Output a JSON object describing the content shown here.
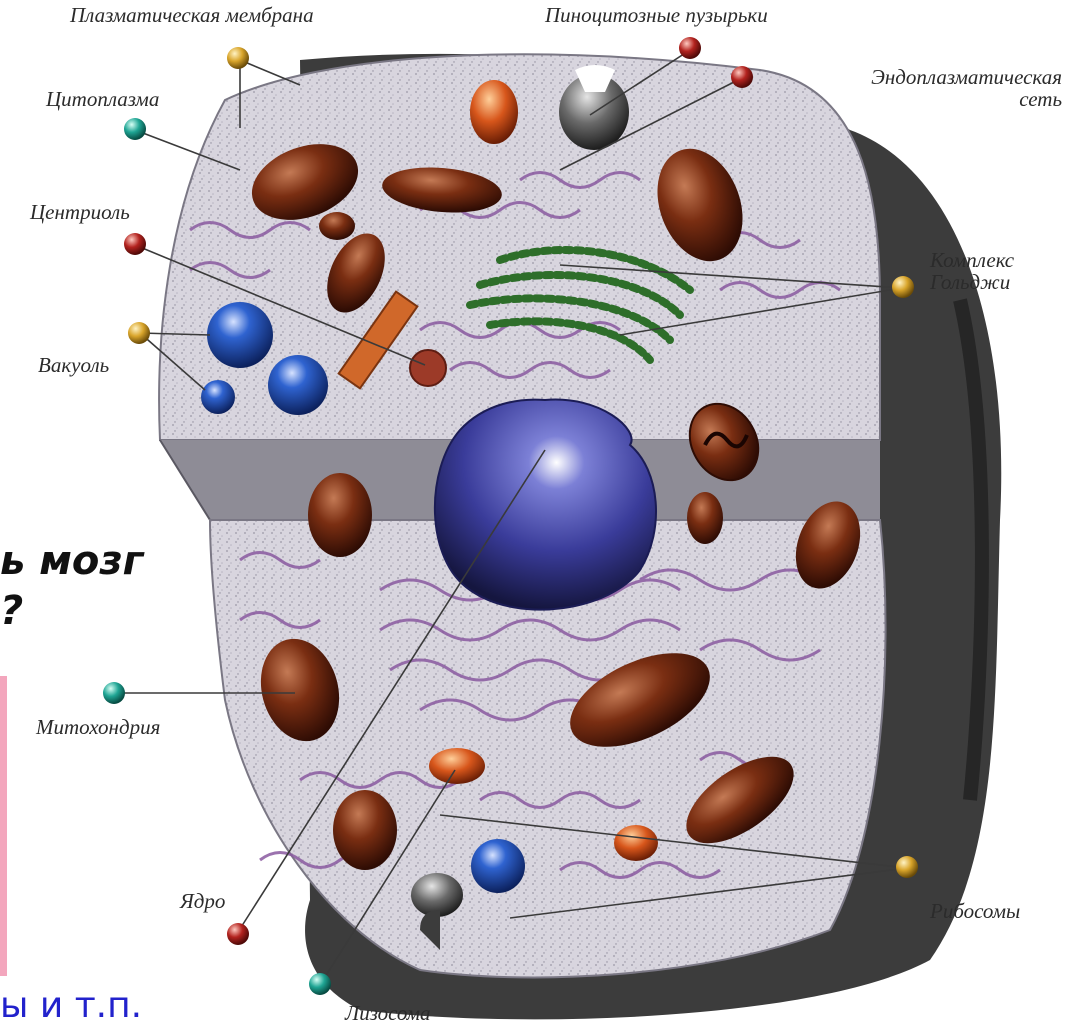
{
  "labels": {
    "plasma_membrane": "Плазматическая мембрана",
    "pinocytosis": "Пиноцитозные пузырьки",
    "er_line1": "Эндоплазматическая",
    "er_line2": "сеть",
    "cytoplasm": "Цитоплазма",
    "centriole": "Центриоль",
    "golgi_line1": "Комплекс",
    "golgi_line2": "Гольджи",
    "vacuole": "Вакуоль",
    "mitochondria": "Митохондрия",
    "nucleus": "Ядро",
    "ribosomes": "Рибосомы",
    "lysosome": "Лизосома"
  },
  "slide_fragments": {
    "brain": "ь мозг",
    "question": "?",
    "etc": "ы и т.п."
  },
  "colors": {
    "pin_gold": "#d9a52b",
    "pin_red": "#b3231f",
    "pin_teal": "#1fa594",
    "cytoplasm": "#d6d3dc",
    "er": "#8a5aa0",
    "mitochondria": "#7a2e12",
    "nucleus": "#3a3c9a",
    "vacuole": "#2250b8",
    "golgi": "#2e6e2a",
    "shadow": "#3a3a3a"
  }
}
